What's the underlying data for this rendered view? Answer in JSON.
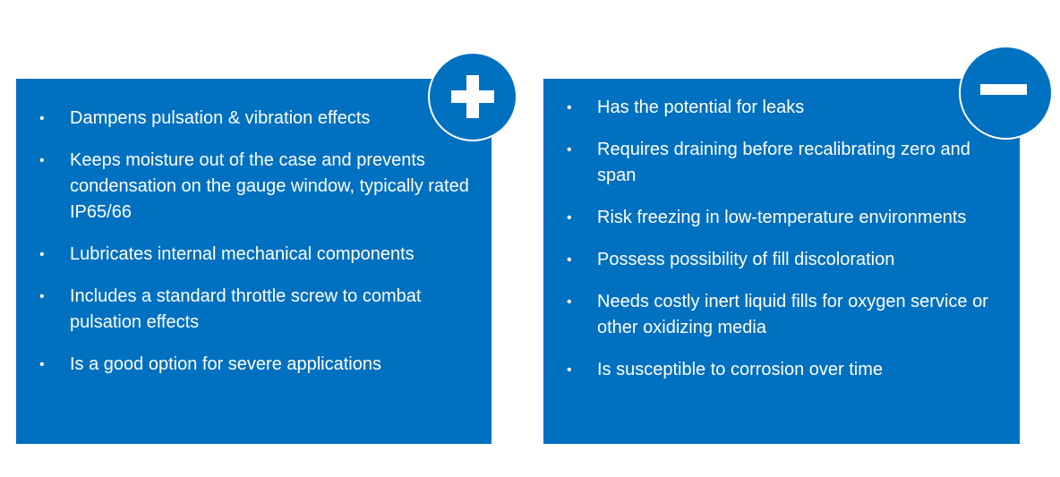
{
  "pros": {
    "icon": "plus-icon",
    "items": [
      "Dampens pulsation & vibration effects",
      "Keeps moisture out of the case and prevents condensation on the gauge window, typically rated IP65/66",
      "Lubricates internal mechanical components",
      "Includes a standard throttle screw to combat pulsation effects",
      "Is a good option for severe applications"
    ]
  },
  "cons": {
    "icon": "minus-icon",
    "items": [
      "Has the potential for leaks",
      "Requires draining before recalibrating zero and span",
      "Risk freezing in low-temperature environments",
      "Possess possibility of fill discoloration",
      "Needs costly inert liquid fills for oxygen service or other oxidizing media",
      "Is susceptible to corrosion over time"
    ]
  },
  "bullet": "•",
  "colors": {
    "panel": "#0070C0",
    "text": "#FFFFFF",
    "background": "#FFFFFF"
  }
}
